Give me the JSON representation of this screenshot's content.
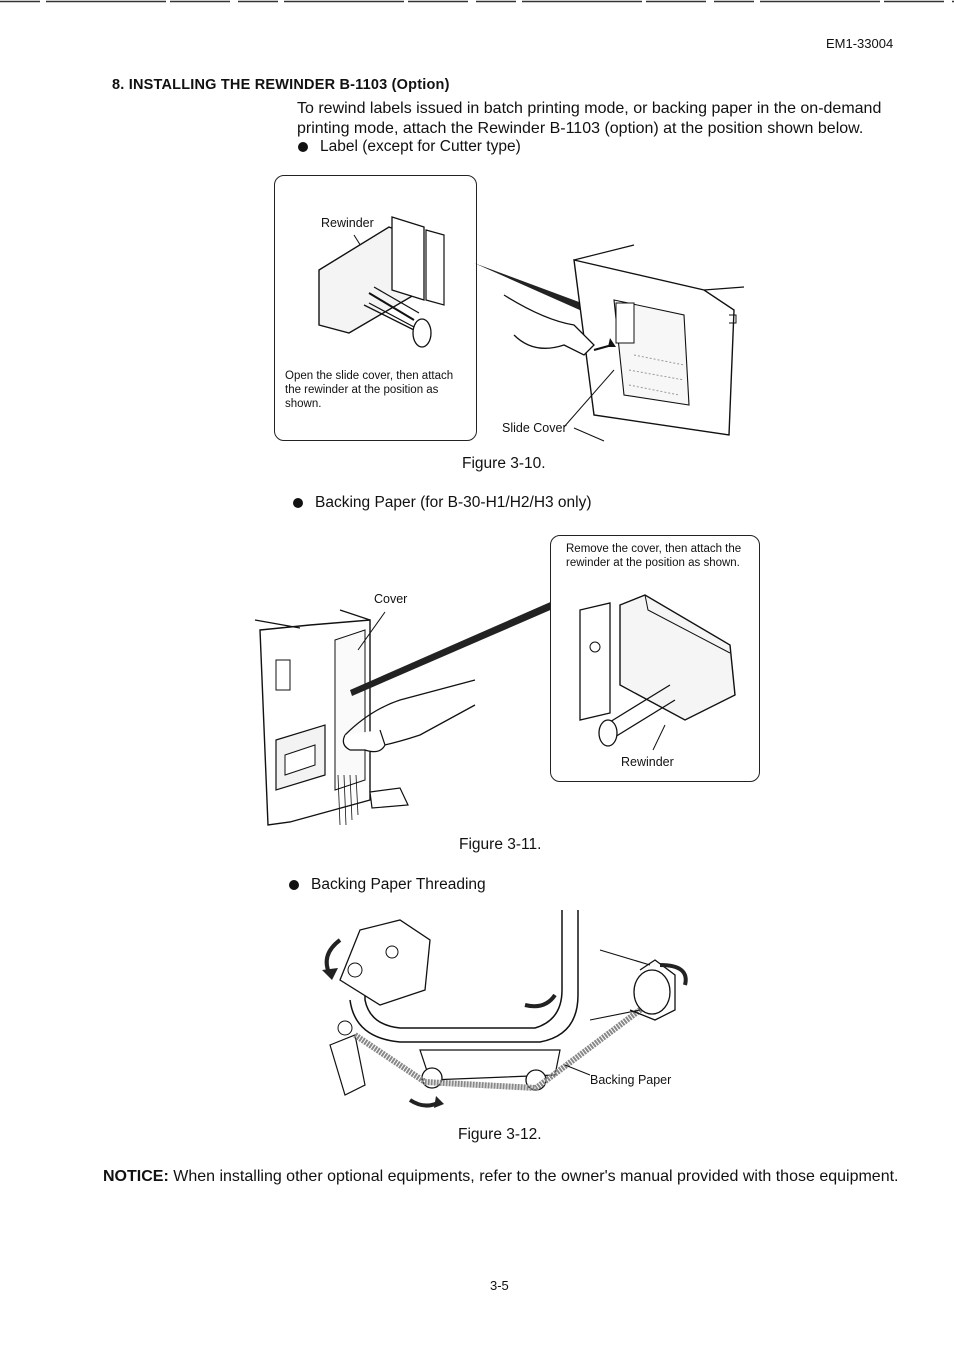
{
  "header": {
    "doc_id": "EM1-33004"
  },
  "section": {
    "heading": "8. INSTALLING THE REWINDER B-1103 (Option)",
    "intro": "To rewind labels issued in batch printing mode, or backing paper in the on-demand printing mode, attach the Rewinder B-1103 (option) at the position shown below."
  },
  "figures": [
    {
      "bullet": "Label (except for Cutter type)",
      "callout_text": "Open the slide cover, then attach the rewinder at the position as shown.",
      "labels": {
        "rewinder": "Rewinder",
        "slide_cover": "Slide Cover"
      },
      "caption": "Figure 3-10."
    },
    {
      "bullet": "Backing Paper (for B-30-H1/H2/H3 only)",
      "callout_text": "Remove the cover, then attach the rewinder at the position as shown.",
      "labels": {
        "cover": "Cover",
        "rewinder": "Rewinder"
      },
      "caption": "Figure 3-11."
    },
    {
      "bullet": "Backing Paper Threading",
      "labels": {
        "backing_paper": "Backing Paper"
      },
      "caption": "Figure 3-12."
    }
  ],
  "notice": {
    "label": "NOTICE:",
    "text": "When installing other optional equipments, refer to the owner's manual provided with those equipment."
  },
  "footer": {
    "page_number": "3-5"
  }
}
